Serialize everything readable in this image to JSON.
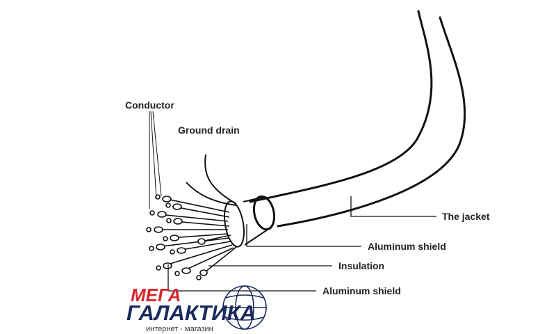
{
  "labels": {
    "conductor": "Conductor",
    "ground_drain": "Ground drain",
    "jacket": "The jacket",
    "aluminum_shield_outer": "Aluminum shield",
    "insulation": "Insulation",
    "aluminum_shield_inner": "Aluminum shield"
  },
  "logo": {
    "top": "МЕГА",
    "main": "ГАЛАКТИКА",
    "sub": "интернет - магазин"
  },
  "colors": {
    "line": "#111111",
    "logo_red": "#d8262c",
    "logo_blue": "#1a2a5c"
  }
}
